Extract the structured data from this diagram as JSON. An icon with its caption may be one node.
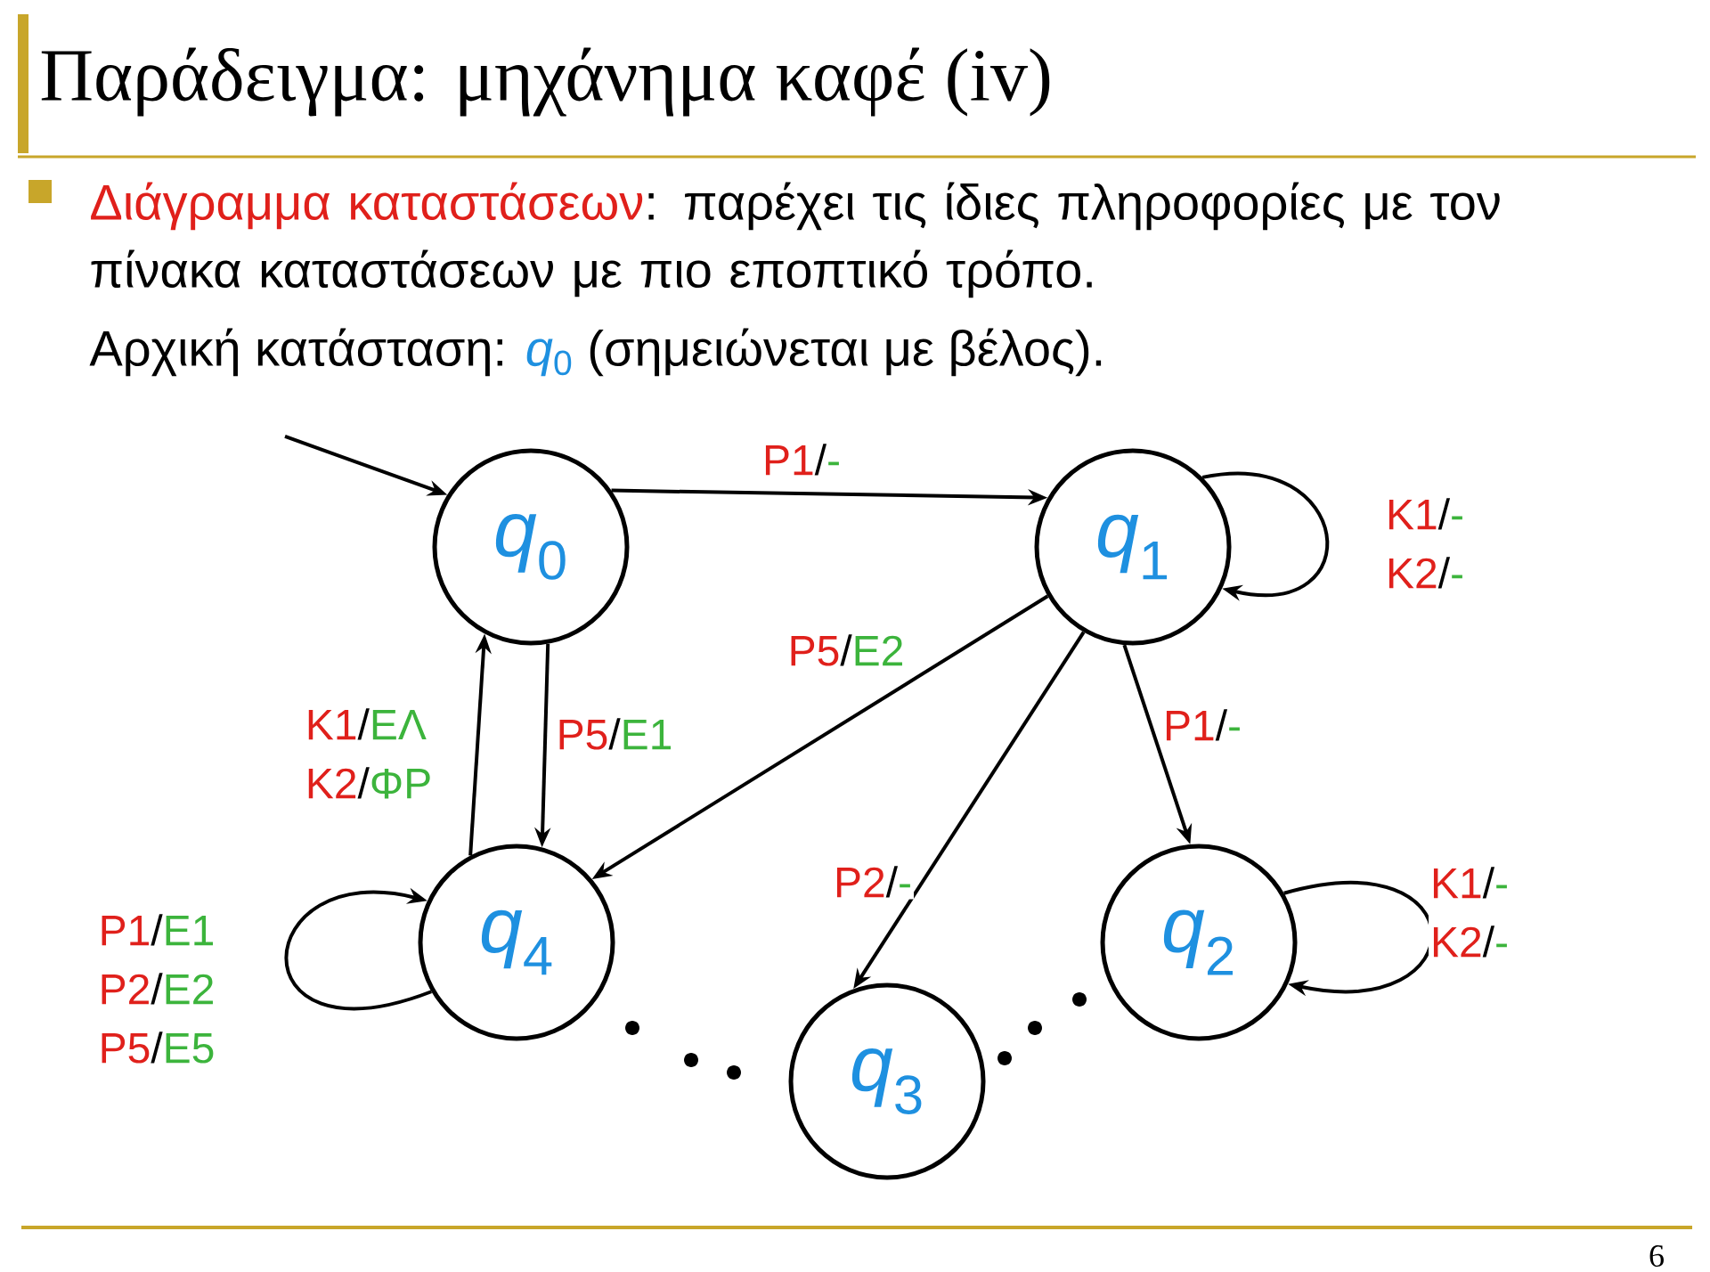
{
  "diagram": {
    "title": "Παράδειγμα: μηχάνημα καφέ (iv)",
    "nodes": [
      {
        "text": [
          "*q*$_{0}$"
        ]
      },
      {
        "text": [
          "*q*$_{1}$"
        ]
      },
      {
        "text": [
          "*q*$_{2}$"
        ]
      },
      {
        "text": [
          "*q*$_{3}$"
        ]
      },
      {
        "text": [
          "*q*$_{4}$"
        ]
      }
    ],
    "edges": [
      {
        "from": null,
        "to": 0,
        "arrow": "to"
      },
      {
        "from": 0,
        "to": 1,
        "arrow": "to",
        "label": "P1/-"
      },
      {
        "from": 1,
        "to": 4,
        "arrow": "to",
        "label": "P5/E2"
      },
      {
        "from": 1,
        "to": 1,
        "arrow": "to",
        "label": "K1/- K2/-"
      },
      {
        "from": 1,
        "to": 2,
        "arrow": "to",
        "label": "P1/-"
      },
      {
        "from": 1,
        "to": 3,
        "arrow": "to",
        "label": "P2/-"
      },
      {
        "from": 4,
        "to": 0,
        "arrow": "to",
        "label": "K1/ΕΛ K2/ΦΡ"
      },
      {
        "from": 0,
        "to": 4,
        "arrow": "to",
        "label": "P5/E1"
      },
      {
        "from": 4,
        "to": 4,
        "arrow": "to",
        "label": "P1/E1 P2/E2 P5/E5"
      },
      {
        "from": 2,
        "to": 2,
        "arrow": "to",
        "label": "K1/- K2/-"
      }
    ],
    "labels": [
      "Διάγραμμα καταστάσεων: παρέχει τις ίδιες πληροφορίες με τον πίνακα καταστάσεων με πιο εποπτικό τρόπο.",
      "Αρχική κατάσταση: *q*$_{0}$ (σημειώνεται με βέλος).",
      "6"
    ]
  }
}
